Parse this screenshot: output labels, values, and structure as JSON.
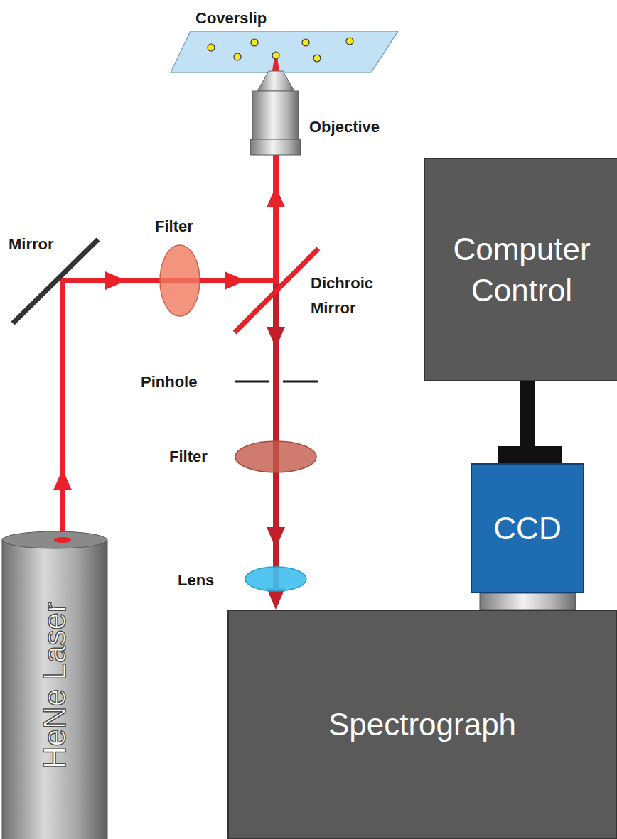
{
  "diagram": {
    "nodes": [
      {
        "text": [
          "Computer Control"
        ]
      },
      {
        "text": [
          "CCD"
        ]
      },
      {
        "text": [
          "HeNe Laser"
        ]
      },
      {
        "text": [
          "Spectrograph"
        ]
      }
    ],
    "edges": [
      {
        "from": 0,
        "to": 1,
        "arrow": "none"
      }
    ],
    "labels": [
      "Coverslip",
      "Objective",
      "Mirror",
      "Filter",
      "Dichroic Mirror",
      "Pinhole",
      "Filter",
      "Lens"
    ]
  }
}
